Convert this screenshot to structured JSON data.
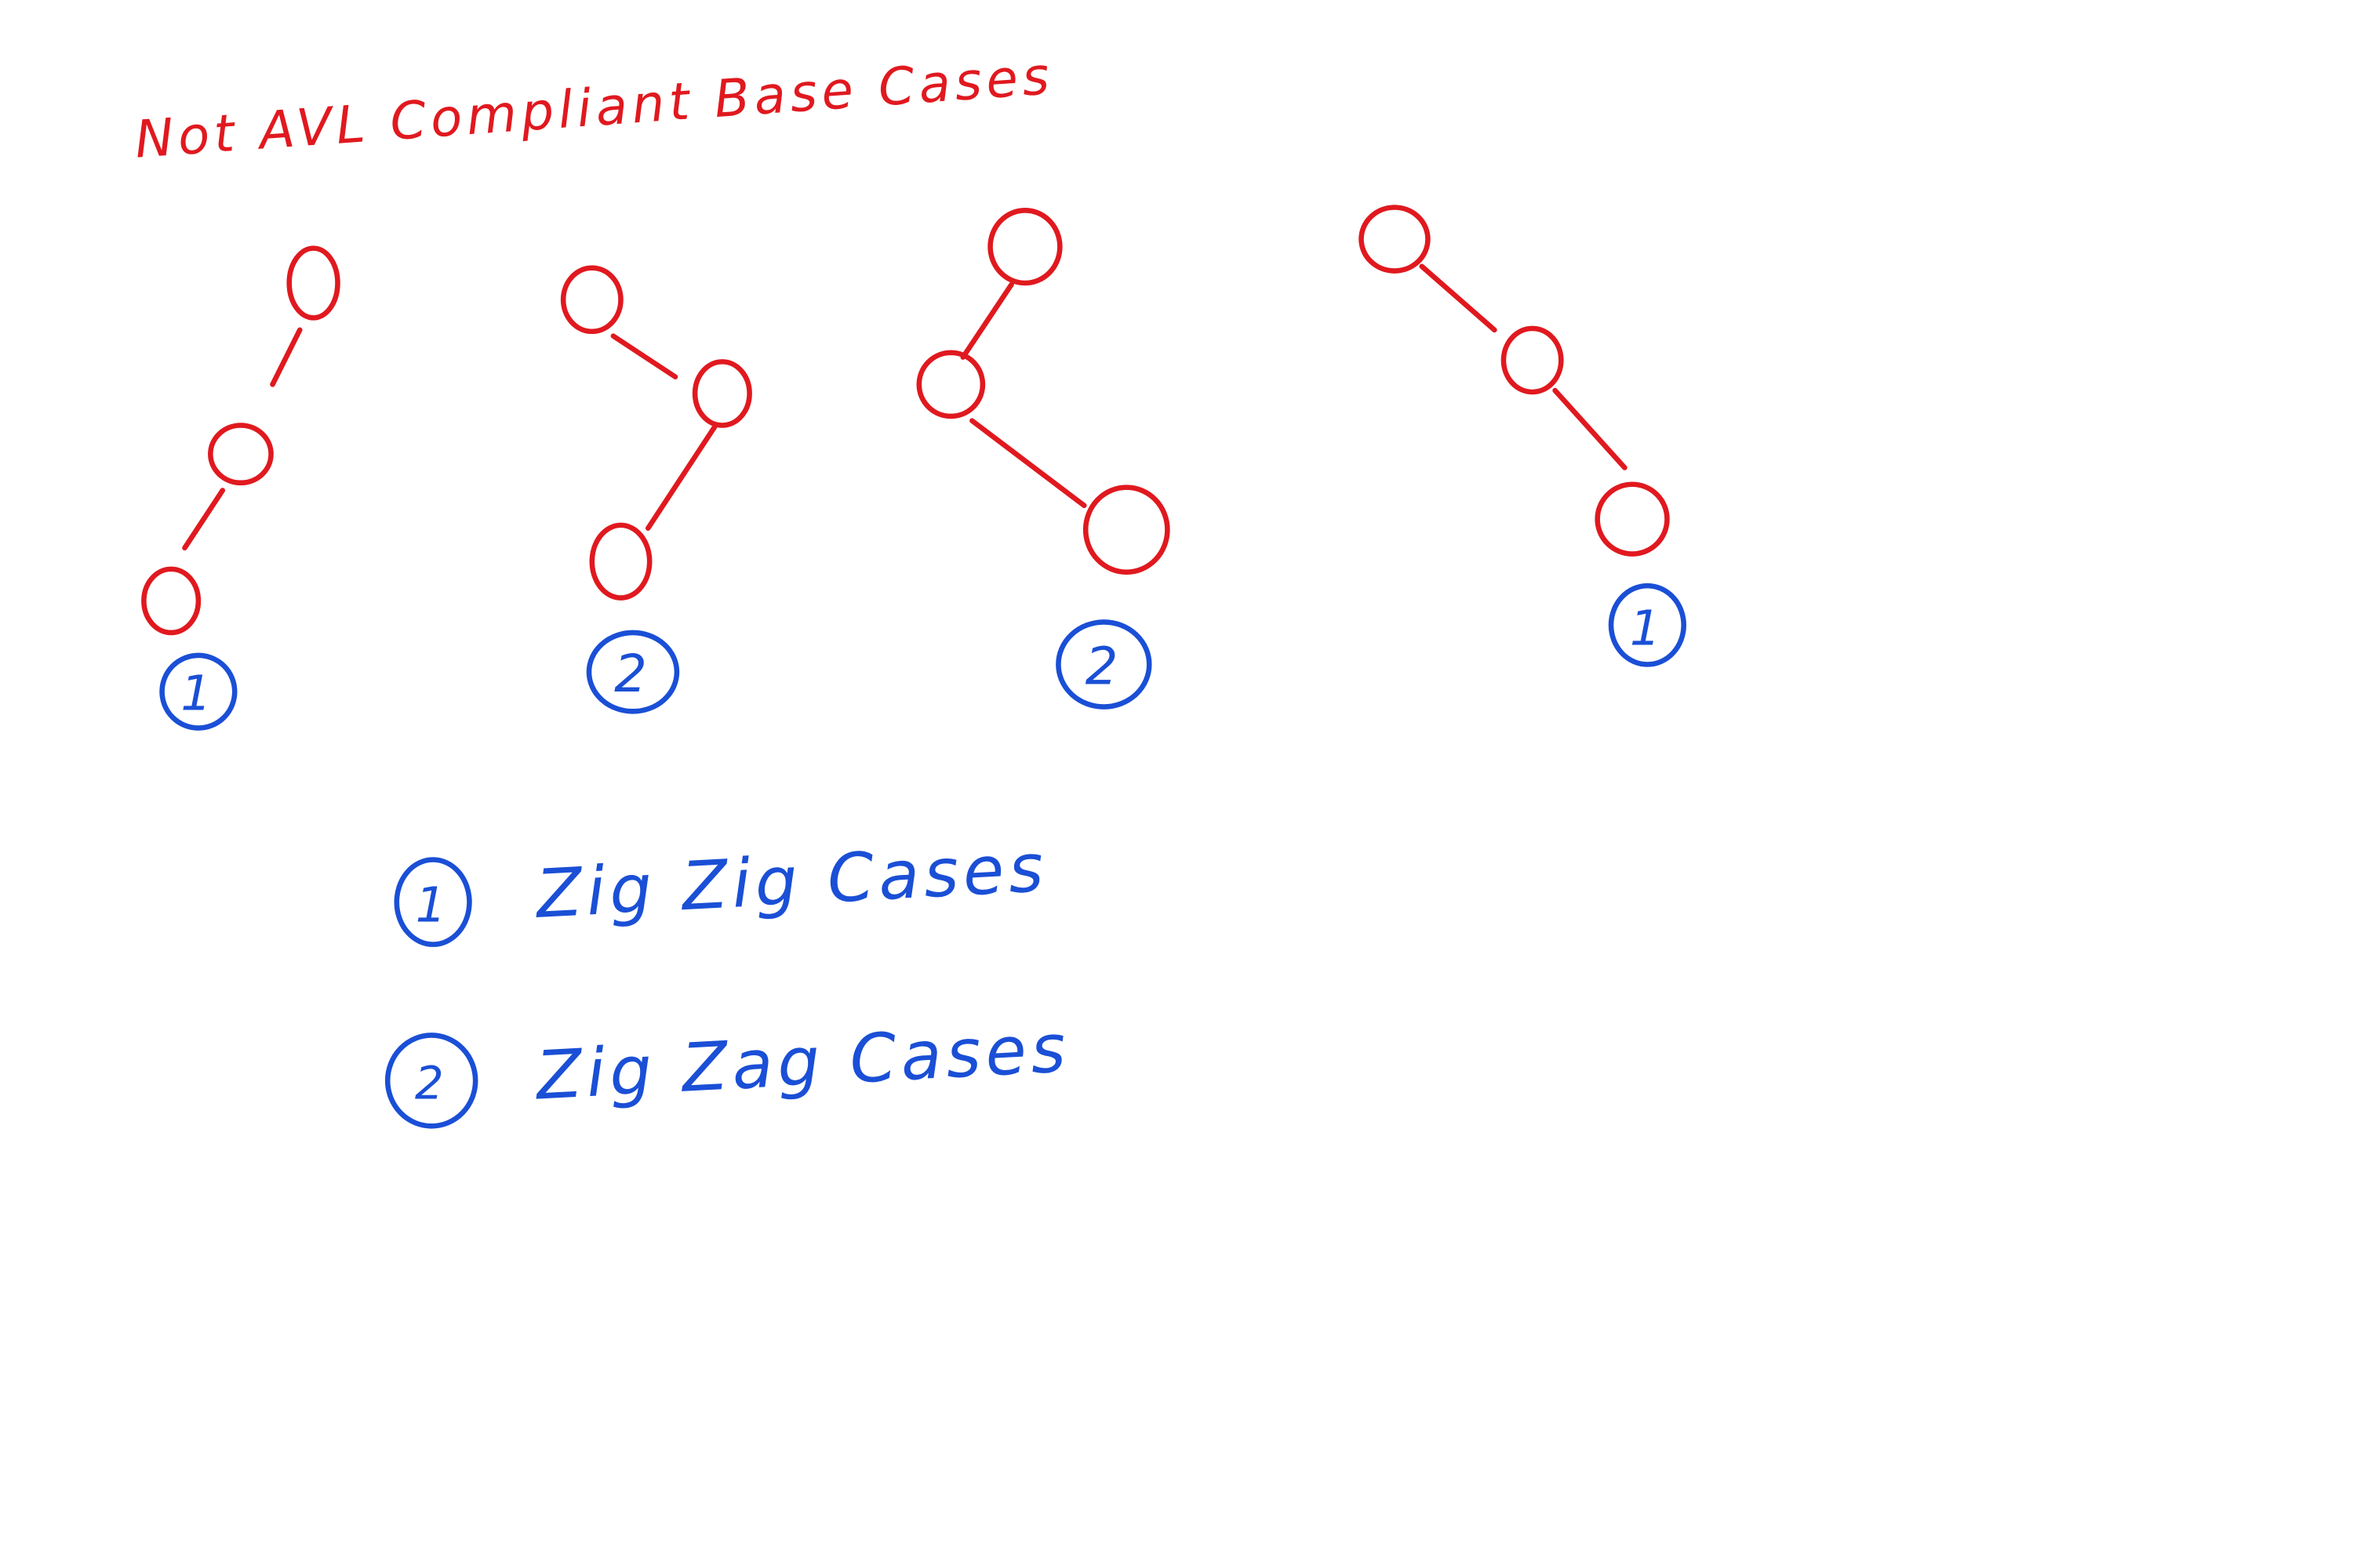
{
  "diagram": {
    "title": "Not AVL Compliant Base Cases",
    "colors": {
      "tree_ink": "#e0191f",
      "label_ink": "#1a4fd6",
      "background": "#ffffff"
    },
    "trees": [
      {
        "name": "left-left-chain",
        "case_label": "1"
      },
      {
        "name": "right-left-zigzag",
        "case_label": "2"
      },
      {
        "name": "left-right-zigzag",
        "case_label": "2"
      },
      {
        "name": "right-right-chain",
        "case_label": "1"
      }
    ],
    "legend": [
      {
        "number": "1",
        "text": "Zig Zig Cases"
      },
      {
        "number": "2",
        "text": "Zig Zag Cases"
      }
    ]
  }
}
